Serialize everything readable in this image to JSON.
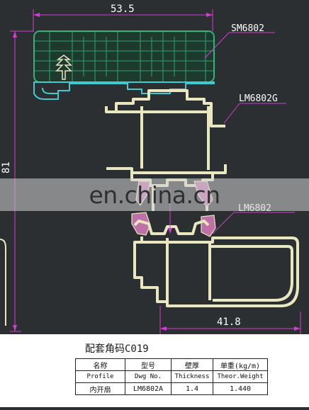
{
  "dimensions": {
    "top_width": "53.5",
    "bottom_width": "41.8",
    "height": "81"
  },
  "labels": {
    "gasket": "SM6802",
    "profile": "LM6802G",
    "sash": "LM6802"
  },
  "watermark": "en.china.cn",
  "caption": "配套角码C019",
  "table": {
    "headers": [
      [
        "名称",
        "Profile"
      ],
      [
        "型号",
        "Dwg No."
      ],
      [
        "壁厚",
        "Thickness"
      ],
      [
        "单重(kg/m)",
        "Theor.Weight"
      ]
    ],
    "row": [
      "内开扇",
      "LM6802A",
      "1.4",
      "1.440"
    ]
  },
  "colors": {
    "background": "#2b2f31",
    "profile": "#e8e7c0",
    "gasket": "#c070a8",
    "dimension": "#d43ad4",
    "cover": "#2fb47a",
    "cover_base": "#3fc9d0"
  }
}
